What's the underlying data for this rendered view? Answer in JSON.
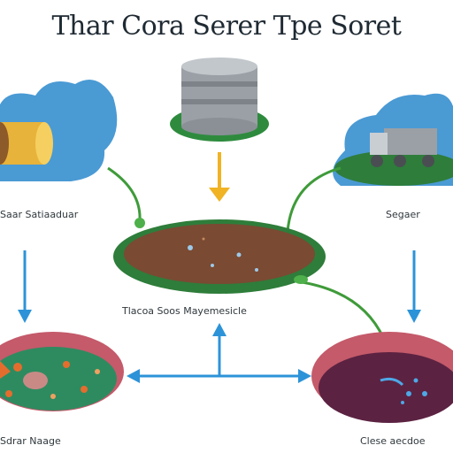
{
  "diagram": {
    "title": "Thar Cora Serer Tpe Soret",
    "labels": {
      "top_left": "Saar Satiaaduar",
      "top_right": "Segaer",
      "center": "Tlacoa Soos Mayemesicle",
      "bottom_left": "Sdrar Naage",
      "bottom_right": "Clese aecdoe"
    },
    "icons": {
      "top_center": "storage-tank-icon",
      "top_left": "cloud-cylinder-icon",
      "top_right": "cloud-truck-icon",
      "center": "soil-bowl-icon",
      "bottom_left": "compost-bowl-icon",
      "bottom_right": "water-bowl-icon"
    },
    "colors": {
      "cloud": "#4a9ad4",
      "grass": "#2e7d3a",
      "soil": "#7a4a33",
      "arrow_blue": "#2c93d8",
      "arrow_yellow": "#f0b323",
      "bowl_left_rim": "#c45a6a",
      "bowl_right_fill": "#5c2242"
    }
  }
}
